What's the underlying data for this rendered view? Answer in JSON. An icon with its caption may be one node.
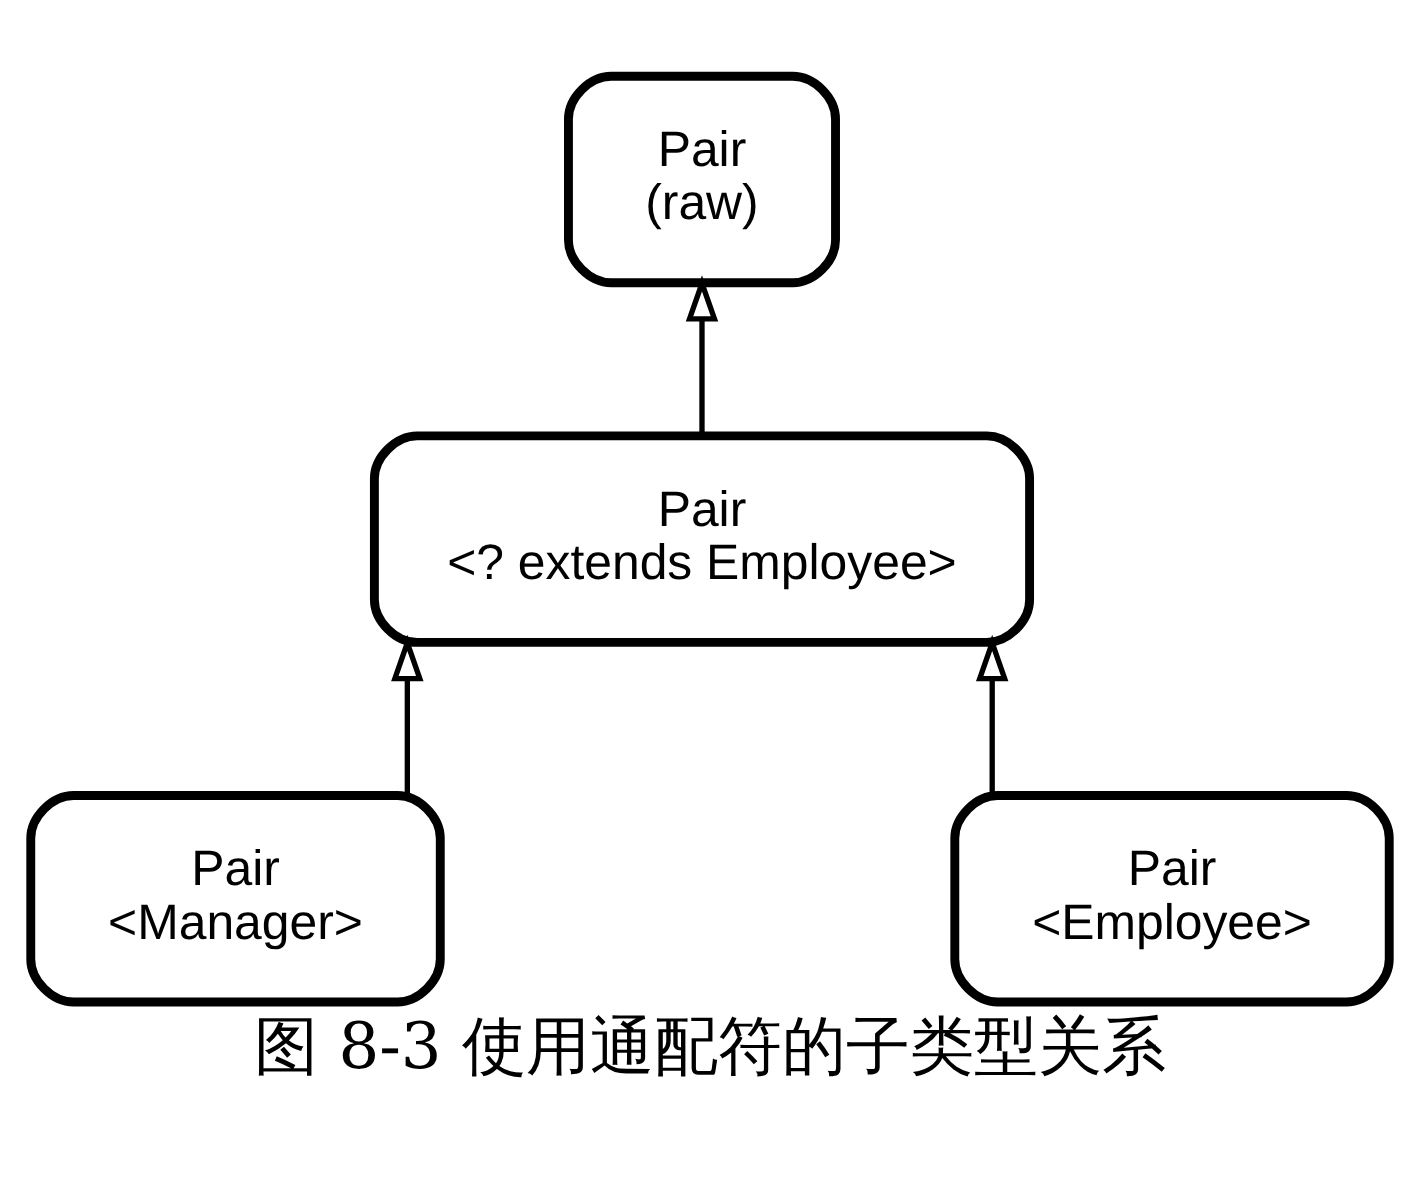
{
  "diagram": {
    "caption": "图 8-3 使用通配符的子类型关系",
    "nodes": [
      {
        "text": [
          "Pair",
          "(raw)"
        ]
      },
      {
        "text": [
          "Pair",
          "<? extends Employee>"
        ]
      },
      {
        "text": [
          "Pair",
          "<Manager>"
        ]
      },
      {
        "text": [
          "Pair",
          "<Employee>"
        ]
      }
    ],
    "edges": [
      {
        "from": 1,
        "to": 0,
        "arrow": "to"
      },
      {
        "from": 2,
        "to": 1,
        "arrow": "to"
      },
      {
        "from": 3,
        "to": 1,
        "arrow": "to"
      }
    ]
  }
}
